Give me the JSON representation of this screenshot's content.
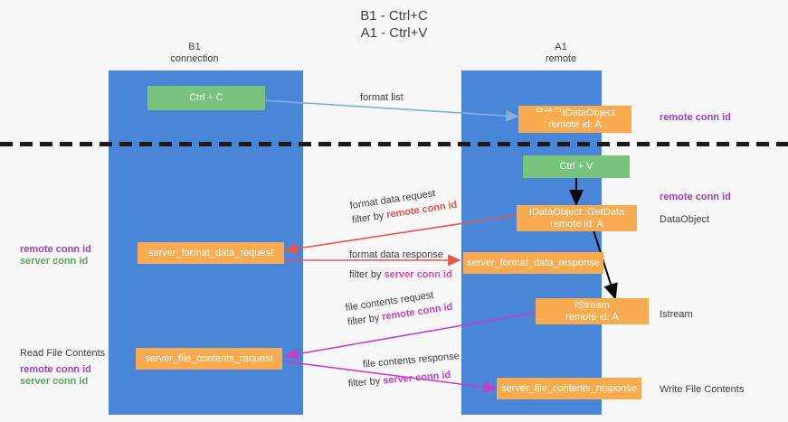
{
  "title": {
    "line1": "B1 - Ctrl+C",
    "line2": "A1 - Ctrl+V"
  },
  "columns": {
    "left": {
      "name": "B1",
      "role": "connection"
    },
    "right": {
      "name": "A1",
      "role": "remote"
    }
  },
  "colors": {
    "lane": "#4a86d8",
    "green_box": "#79c47d",
    "orange_box": "#f8ab4f",
    "purple_text": "#9b3fc4",
    "green_text": "#5aa85f",
    "red_arrow": "#e8544a",
    "pink_arrow": "#d94fb0",
    "magenta_arrow": "#c63fc6",
    "blue_arrow": "#7fb0e0",
    "black_arrow": "#000000",
    "divider": "#1a1a1a",
    "background": "#f8f8f8"
  },
  "boxes": {
    "ctrl_c": {
      "label": "Ctrl + C"
    },
    "ctrl_v": {
      "label": "Ctrl + V"
    },
    "idataobject_top": {
      "line1": "ᄆᄊᄀIDataObject",
      "line2": "remote id: A"
    },
    "idataobject_getdata": {
      "line1": "IDataObject::GetData",
      "line2": "remote id: A"
    },
    "istream": {
      "line1": "IStream",
      "line2": "remote id: A"
    },
    "server_format_data_request": {
      "label": "server_format_data_request"
    },
    "server_format_data_response": {
      "label": "server_format_data_response"
    },
    "server_file_contents_request": {
      "label": "server_file_contents_request"
    },
    "server_file_contents_response": {
      "label": "server_file_contents_response"
    }
  },
  "arrow_labels": {
    "format_list": {
      "text": "format list"
    },
    "format_data_request": {
      "text": "format data request"
    },
    "format_data_request_filter_prefix": {
      "text": "filter by "
    },
    "format_data_request_filter_key": {
      "text": "remote conn id"
    },
    "format_data_response": {
      "text": "format data response"
    },
    "format_data_response_filter_prefix": {
      "text": "filter by "
    },
    "format_data_response_filter_key": {
      "text": "server conn id"
    },
    "file_contents_request": {
      "text": "file contents request"
    },
    "file_contents_request_filter_prefix": {
      "text": "filter by "
    },
    "file_contents_request_filter_key": {
      "text": "remote conn id"
    },
    "file_contents_response": {
      "text": "file contents response"
    },
    "file_contents_response_filter_prefix": {
      "text": "filter by "
    },
    "file_contents_response_filter_key": {
      "text": "server conn id"
    }
  },
  "right_annotations": {
    "remote_conn_id_top": "remote conn id",
    "remote_conn_id_mid": "remote conn id",
    "dataobject": "DataObject",
    "istream": "Istream",
    "write_file_contents": "Write File Contents"
  },
  "left_annotations": {
    "mid_remote_conn_id": "remote conn id",
    "mid_server_conn_id": "server conn id",
    "read_file_contents": "Read File Contents",
    "bottom_remote_conn_id": "remote conn id",
    "bottom_server_conn_id": "server conn id"
  }
}
